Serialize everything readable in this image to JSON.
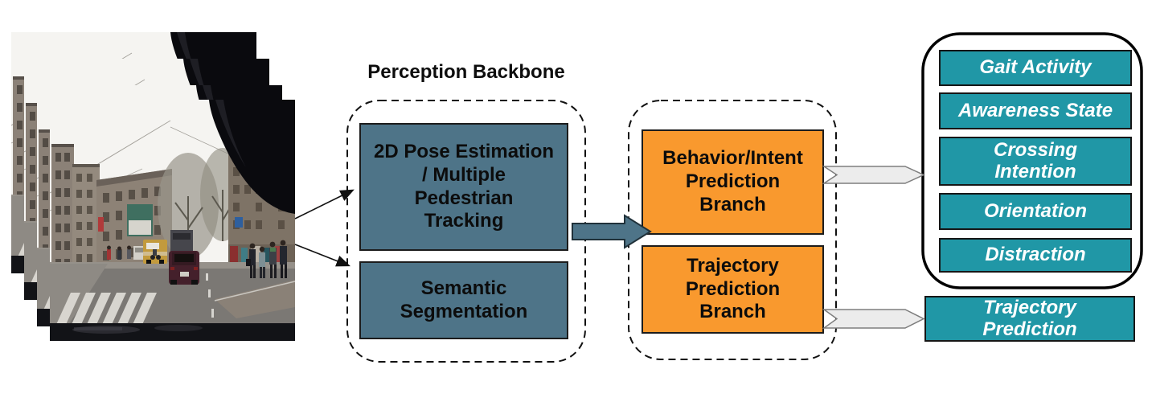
{
  "diagram": {
    "title": "Perception Backbone",
    "perception": {
      "boxes": [
        {
          "label": "2D Pose Estimation\n/ Multiple\nPedestrian\nTracking"
        },
        {
          "label": "Semantic\nSegmentation"
        }
      ]
    },
    "prediction": {
      "boxes": [
        {
          "label": "Behavior/Intent\nPrediction\nBranch"
        },
        {
          "label": "Trajectory\nPrediction\nBranch"
        }
      ]
    },
    "outputs": {
      "behavior_attributes": [
        {
          "label": "Gait Activity"
        },
        {
          "label": "Awareness State"
        },
        {
          "label": "Crossing\nIntention"
        },
        {
          "label": "Orientation"
        },
        {
          "label": "Distraction"
        }
      ],
      "trajectory_output": {
        "label": "Trajectory\nPrediction"
      }
    },
    "colors": {
      "slate_box": "#4e7488",
      "orange_box": "#f9992e",
      "teal_box": "#2097a6",
      "gray_arrow": "#ececec",
      "outline": "#111111"
    }
  }
}
